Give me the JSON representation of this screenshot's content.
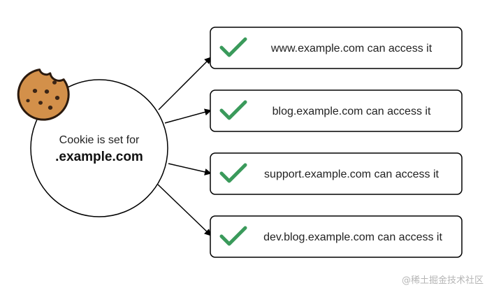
{
  "center": {
    "line1": "Cookie is set for",
    "line2": ".example.com"
  },
  "targets": [
    {
      "label": "www.example.com can access it"
    },
    {
      "label": "blog.example.com can access it"
    },
    {
      "label": "support.example.com can access it"
    },
    {
      "label": "dev.blog.example.com can access it"
    }
  ],
  "watermark": "@稀土掘金技术社区",
  "colors": {
    "check": "#3a9a5b",
    "cookie_body": "#d3904a",
    "cookie_chip": "#3b2516",
    "stroke": "#000000"
  },
  "icons": {
    "cookie": "cookie-icon",
    "check": "check-icon"
  }
}
